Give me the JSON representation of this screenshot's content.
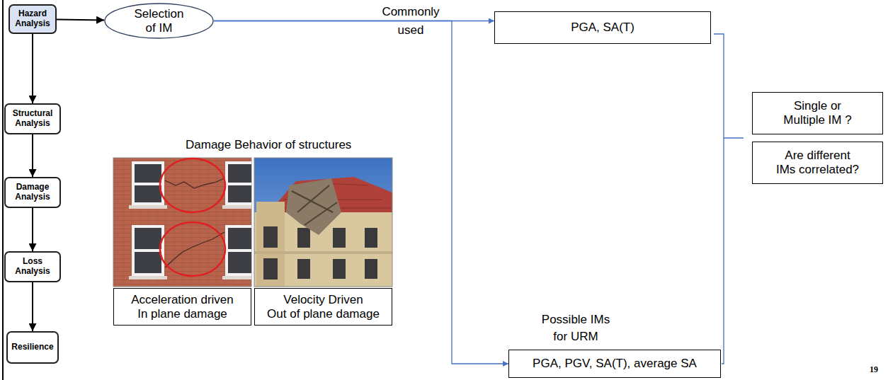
{
  "diagram": {
    "nodes": [
      {
        "text": [
          "Hazard Analysis"
        ]
      },
      {
        "text": [
          "Structural Analysis"
        ]
      },
      {
        "text": [
          "Damage Analysis"
        ]
      },
      {
        "text": [
          "Loss Analysis"
        ]
      },
      {
        "text": [
          "Resilience"
        ]
      },
      {
        "text": [
          "Selection of IM"
        ]
      },
      {
        "text": [
          "PGA, SA(T)"
        ]
      },
      {
        "text": [
          "Acceleration driven",
          "In plane damage"
        ]
      },
      {
        "text": [
          "Velocity Driven",
          "Out of plane damage"
        ]
      },
      {
        "text": [
          "PGA, PGV, SA(T), average SA"
        ]
      },
      {
        "text": [
          "Single or Multiple IM ?"
        ]
      },
      {
        "text": [
          "Are different IMs correlated?"
        ]
      }
    ],
    "edges": [
      {
        "from": 0,
        "to": 1,
        "arrow": "to"
      },
      {
        "from": 1,
        "to": 2,
        "arrow": "to"
      },
      {
        "from": 2,
        "to": 3,
        "arrow": "to"
      },
      {
        "from": 3,
        "to": 4,
        "arrow": "to"
      },
      {
        "from": 0,
        "to": 5,
        "arrow": "to"
      },
      {
        "from": 5,
        "to": 6,
        "label": "Commonly used",
        "arrow": "to"
      },
      {
        "from": 5,
        "to": 9,
        "arrow": "to"
      }
    ],
    "labels": [
      "Damage Behavior of structures",
      "Possible IMs for URM",
      "19"
    ]
  }
}
